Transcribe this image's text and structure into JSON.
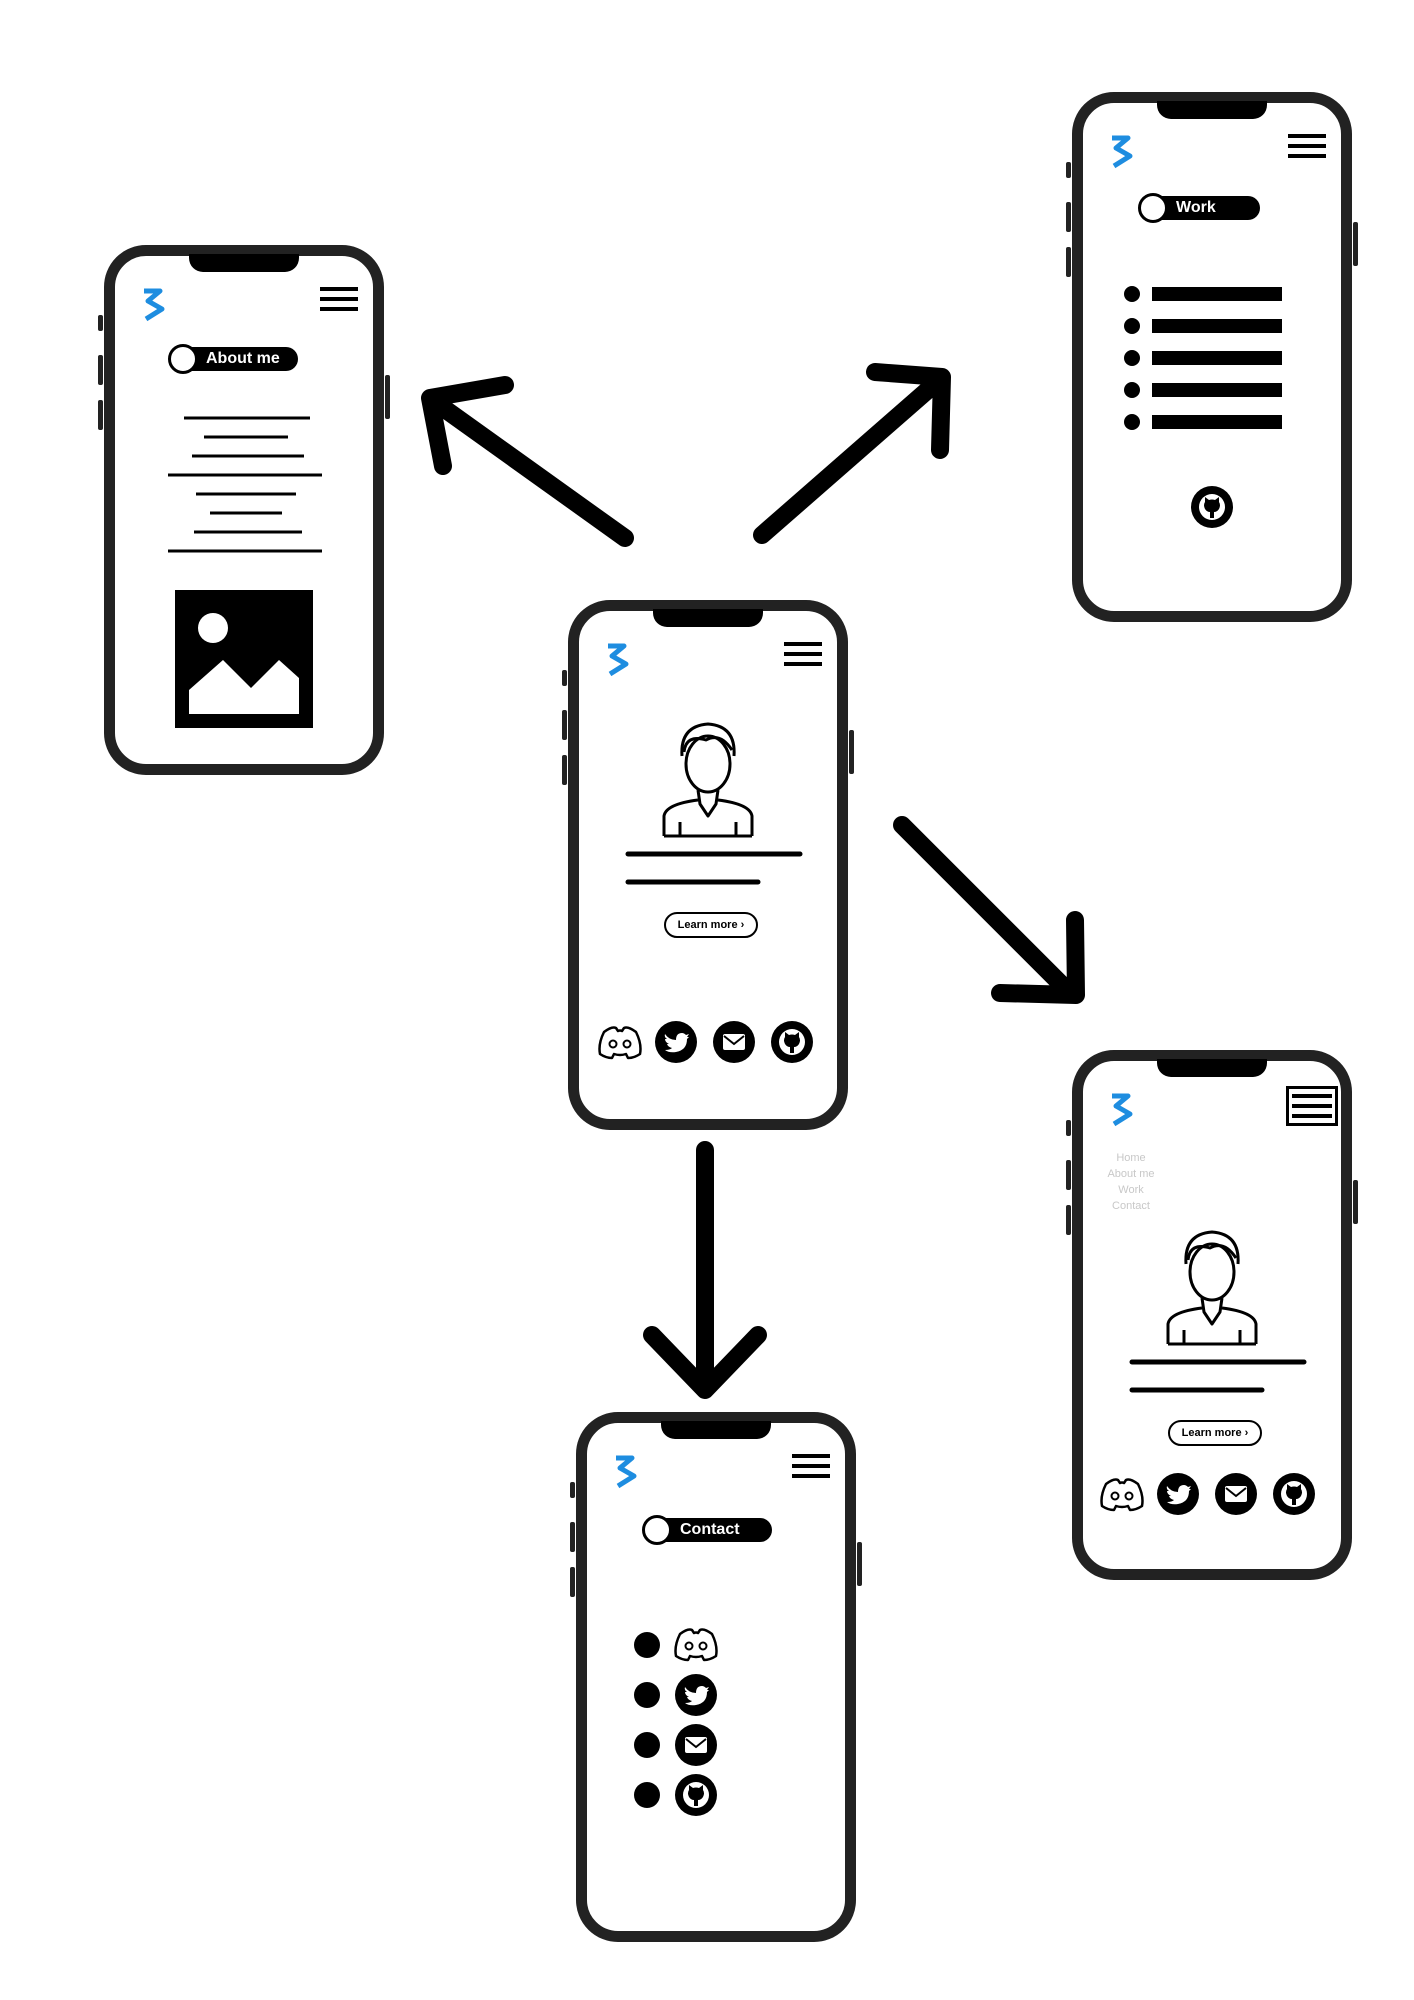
{
  "about": {
    "title": "About me"
  },
  "work": {
    "title": "Work"
  },
  "contact": {
    "title": "Contact"
  },
  "home": {
    "learn_more": "Learn more ›"
  },
  "home_menu": {
    "learn_more": "Learn more ›",
    "menu_items": [
      "Home",
      "About me",
      "Work",
      "Contact"
    ]
  },
  "colors": {
    "brand": "#1e8de0",
    "ink": "#000000",
    "frame": "#222222",
    "menu_text": "#c8c8c8"
  },
  "icons": [
    "logo-icon",
    "hamburger-menu-icon",
    "discord-icon",
    "twitter-icon",
    "mail-icon",
    "github-icon",
    "image-placeholder-icon",
    "person-avatar-icon",
    "arrow-icon"
  ]
}
